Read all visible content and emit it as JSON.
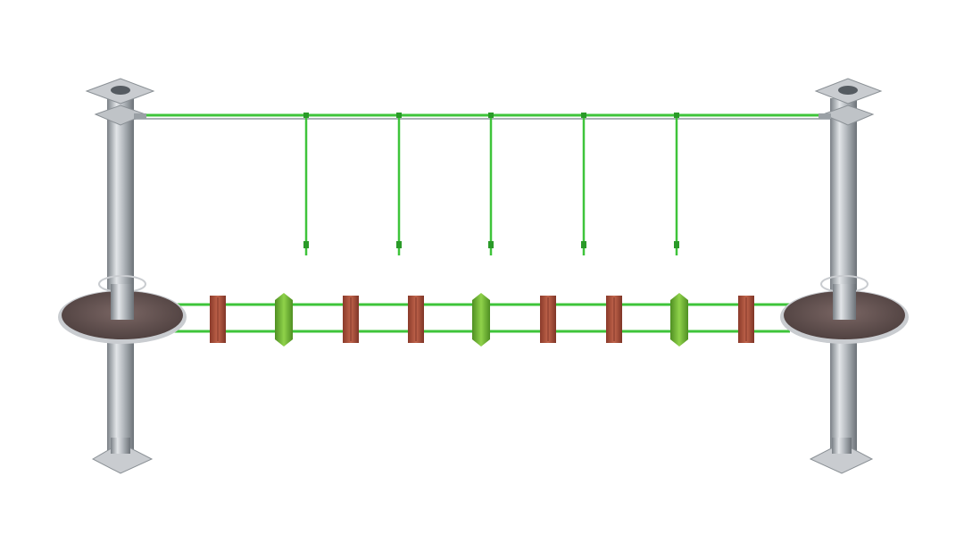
{
  "scene": {
    "subject": "rope-course-element",
    "colors": {
      "background": "#ffffff",
      "rope_green": "#3ec43a",
      "rope_green_dark": "#2a9a28",
      "metal_light": "#d6d9dc",
      "metal_mid": "#a8adb2",
      "metal_dark": "#6f757b",
      "platform_top": "#6b5a58",
      "platform_rim": "#c9ccd0",
      "plank_wood": "#b0533d",
      "plank_wood_dark": "#7f3527",
      "plank_green": "#7cc43a",
      "plank_green_dark": "#4f8f22"
    },
    "planks": [
      "wood",
      "green",
      "wood",
      "wood",
      "green",
      "wood",
      "wood",
      "green",
      "wood"
    ],
    "hanging_ropes_count": 5
  }
}
